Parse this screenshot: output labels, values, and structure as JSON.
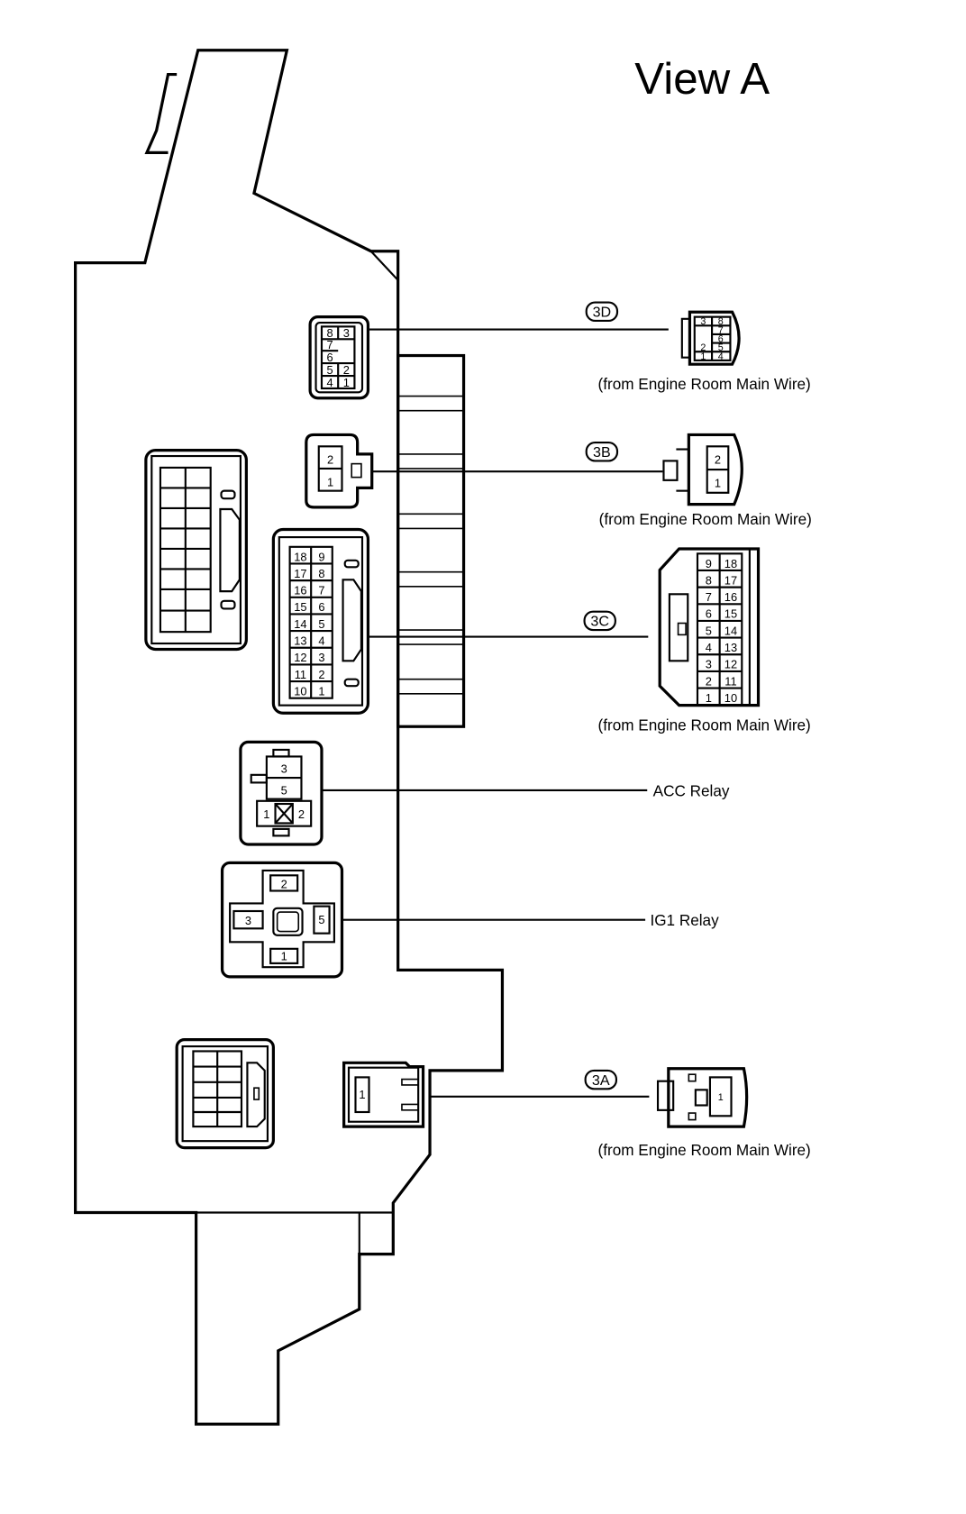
{
  "title": "View A",
  "connectors": [
    {
      "id": "3D",
      "source": "(from Engine Room Main Wire)",
      "box_pins": [
        [
          "8",
          "3"
        ],
        [
          "7",
          ""
        ],
        [
          "6",
          ""
        ],
        [
          "5",
          "2"
        ],
        [
          "4",
          "1"
        ]
      ],
      "plug_pins": [
        [
          "3",
          "8"
        ],
        [
          "",
          "7"
        ],
        [
          "",
          "6"
        ],
        [
          "2",
          "5"
        ],
        [
          "1",
          "4"
        ]
      ]
    },
    {
      "id": "3B",
      "source": "(from Engine Room Main Wire)",
      "box_pins": [
        "2",
        "1"
      ],
      "plug_pins": [
        "2",
        "1"
      ]
    },
    {
      "id": "3C",
      "source": "(from Engine Room Main Wire)",
      "box_pins": [
        [
          "18",
          "9"
        ],
        [
          "17",
          "8"
        ],
        [
          "16",
          "7"
        ],
        [
          "15",
          "6"
        ],
        [
          "14",
          "5"
        ],
        [
          "13",
          "4"
        ],
        [
          "12",
          "3"
        ],
        [
          "11",
          "2"
        ],
        [
          "10",
          "1"
        ]
      ],
      "plug_pins": [
        [
          "9",
          "18"
        ],
        [
          "8",
          "17"
        ],
        [
          "7",
          "16"
        ],
        [
          "6",
          "15"
        ],
        [
          "5",
          "14"
        ],
        [
          "4",
          "13"
        ],
        [
          "3",
          "12"
        ],
        [
          "2",
          "11"
        ],
        [
          "1",
          "10"
        ]
      ]
    },
    {
      "id": "3A",
      "source": "(from Engine Room Main Wire)",
      "box_pins": [
        "1"
      ],
      "plug_pins": [
        "1"
      ]
    }
  ],
  "relays": [
    {
      "name": "ACC Relay",
      "pins": [
        "3",
        "5",
        "1",
        "2"
      ]
    },
    {
      "name": "IG1 Relay",
      "pins": [
        "2",
        "3",
        "5",
        "1"
      ]
    }
  ]
}
